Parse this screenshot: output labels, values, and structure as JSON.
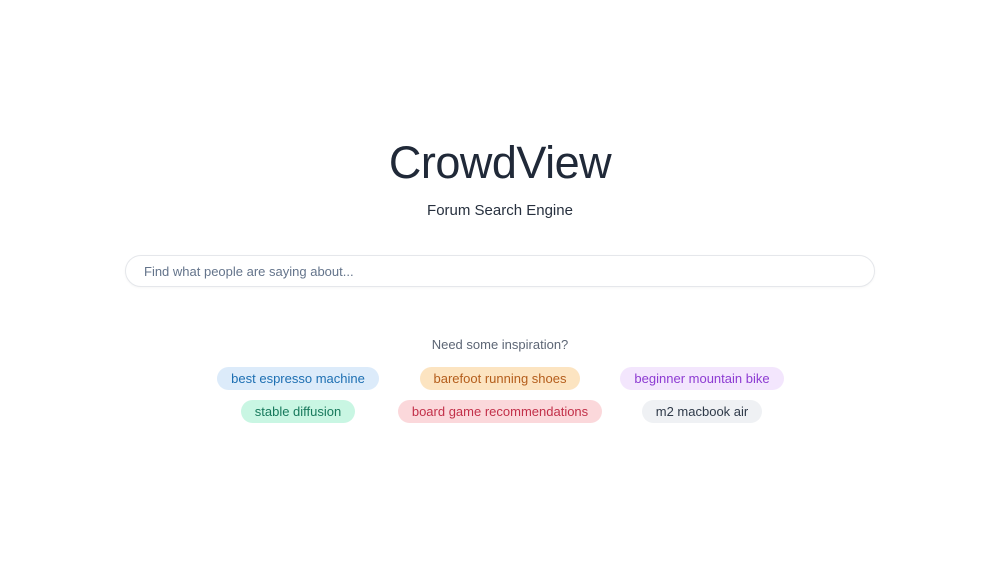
{
  "page": {
    "title": "CrowdView",
    "subtitle": "Forum Search Engine"
  },
  "search": {
    "placeholder": "Find what people are saying about...",
    "value": ""
  },
  "inspiration": {
    "heading": "Need some inspiration?",
    "suggestions": [
      {
        "label": "best espresso machine",
        "bg": "#dcebfa",
        "text_color": "#1d6fb2"
      },
      {
        "label": "barefoot running shoes",
        "bg": "#fce4c1",
        "text_color": "#b45d1b"
      },
      {
        "label": "beginner mountain bike",
        "bg": "#f3e6fd",
        "text_color": "#8d3bd2"
      },
      {
        "label": "stable diffusion",
        "bg": "#c9f6e3",
        "text_color": "#17795c"
      },
      {
        "label": "board game recommendations",
        "bg": "#fbd8db",
        "text_color": "#c23049"
      },
      {
        "label": "m2 macbook air",
        "bg": "#eff1f4",
        "text_color": "#2f3a49"
      }
    ]
  },
  "colors": {
    "background": "#ffffff",
    "title": "#202938",
    "subtitle": "#27303e",
    "heading_text": "#5d6675",
    "input_border": "#e5e7eb",
    "placeholder": "#64748b"
  }
}
